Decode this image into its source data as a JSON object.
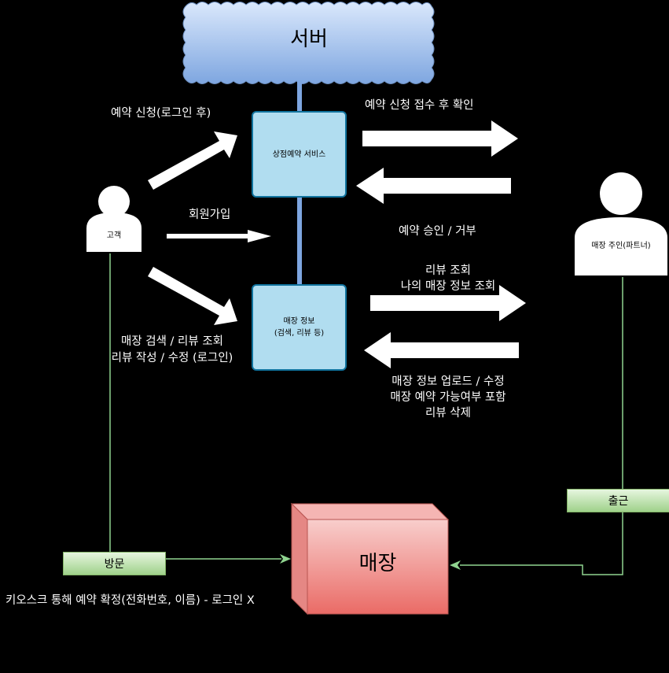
{
  "server": {
    "label": "서버"
  },
  "customer": {
    "label": "고객"
  },
  "owner": {
    "label": "매장 주인(파트너)"
  },
  "services": {
    "reservation": {
      "label": "상점예약 서비스"
    },
    "store_info": {
      "line1": "매장 정보",
      "line2": "(검색, 리뷰 등)"
    }
  },
  "flows": {
    "reserve_request": "예약 신청(로그인 후)",
    "signup": "회원가입",
    "search_review_1": "매장 검색 / 리뷰 조회",
    "search_review_2": "리뷰 작성 / 수정 (로그인)",
    "confirm_after_receipt": "예약 신청 접수 후 확인",
    "approve_reject": "예약 승인 / 거부",
    "review_view_1": "리뷰 조회",
    "review_view_2": "나의 매장 정보 조회",
    "upload_1": "매장 정보 업로드 / 수정",
    "upload_2": "매장 예약 가능여부 포함",
    "upload_3": "리뷰 삭제"
  },
  "visit": {
    "label": "방문"
  },
  "attend": {
    "label": "출근"
  },
  "store": {
    "label": "매장"
  },
  "kiosk": {
    "label": "키오스크 통해 예약 확정(전화번호, 이름) - 로그인 X"
  }
}
